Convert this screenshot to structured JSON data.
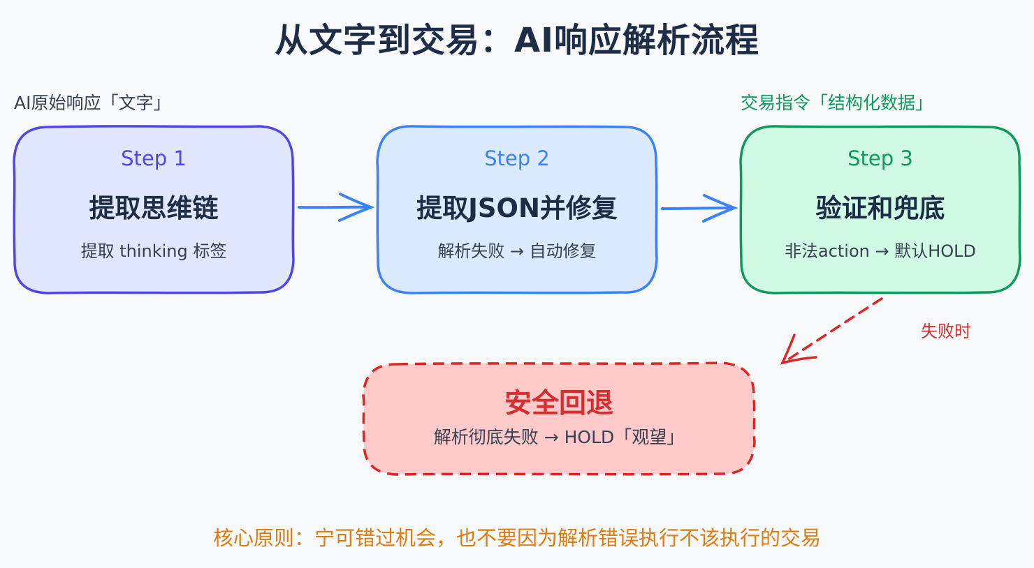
{
  "title": "从文字到交易：AI响应解析流程",
  "input_label": "AI原始响应「文字」",
  "output_label": "交易指令「结构化数据」",
  "steps": [
    {
      "label": "Step 1",
      "title": "提取思维链",
      "desc": "提取 thinking 标签",
      "color": "#4f46e5"
    },
    {
      "label": "Step 2",
      "title": "提取JSON并修复",
      "desc": "解析失败 → 自动修复",
      "color": "#3b82f6"
    },
    {
      "label": "Step 3",
      "title": "验证和兜底",
      "desc": "非法action → 默认HOLD",
      "color": "#0e9a5a"
    }
  ],
  "failure_note": "失败时",
  "fallback": {
    "title": "安全回退",
    "desc": "解析彻底失败 → HOLD「观望」"
  },
  "principle": "核心原则：宁可错过机会，也不要因为解析错误执行不该执行的交易",
  "colors": {
    "title": "#1e2d47",
    "step1_fill": "#e0e7ff",
    "step2_fill": "#dbeafe",
    "step3_fill": "#d1fae5",
    "fallback_fill": "#fecaca",
    "fallback_stroke": "#dc2626",
    "principle": "#e07b10"
  }
}
